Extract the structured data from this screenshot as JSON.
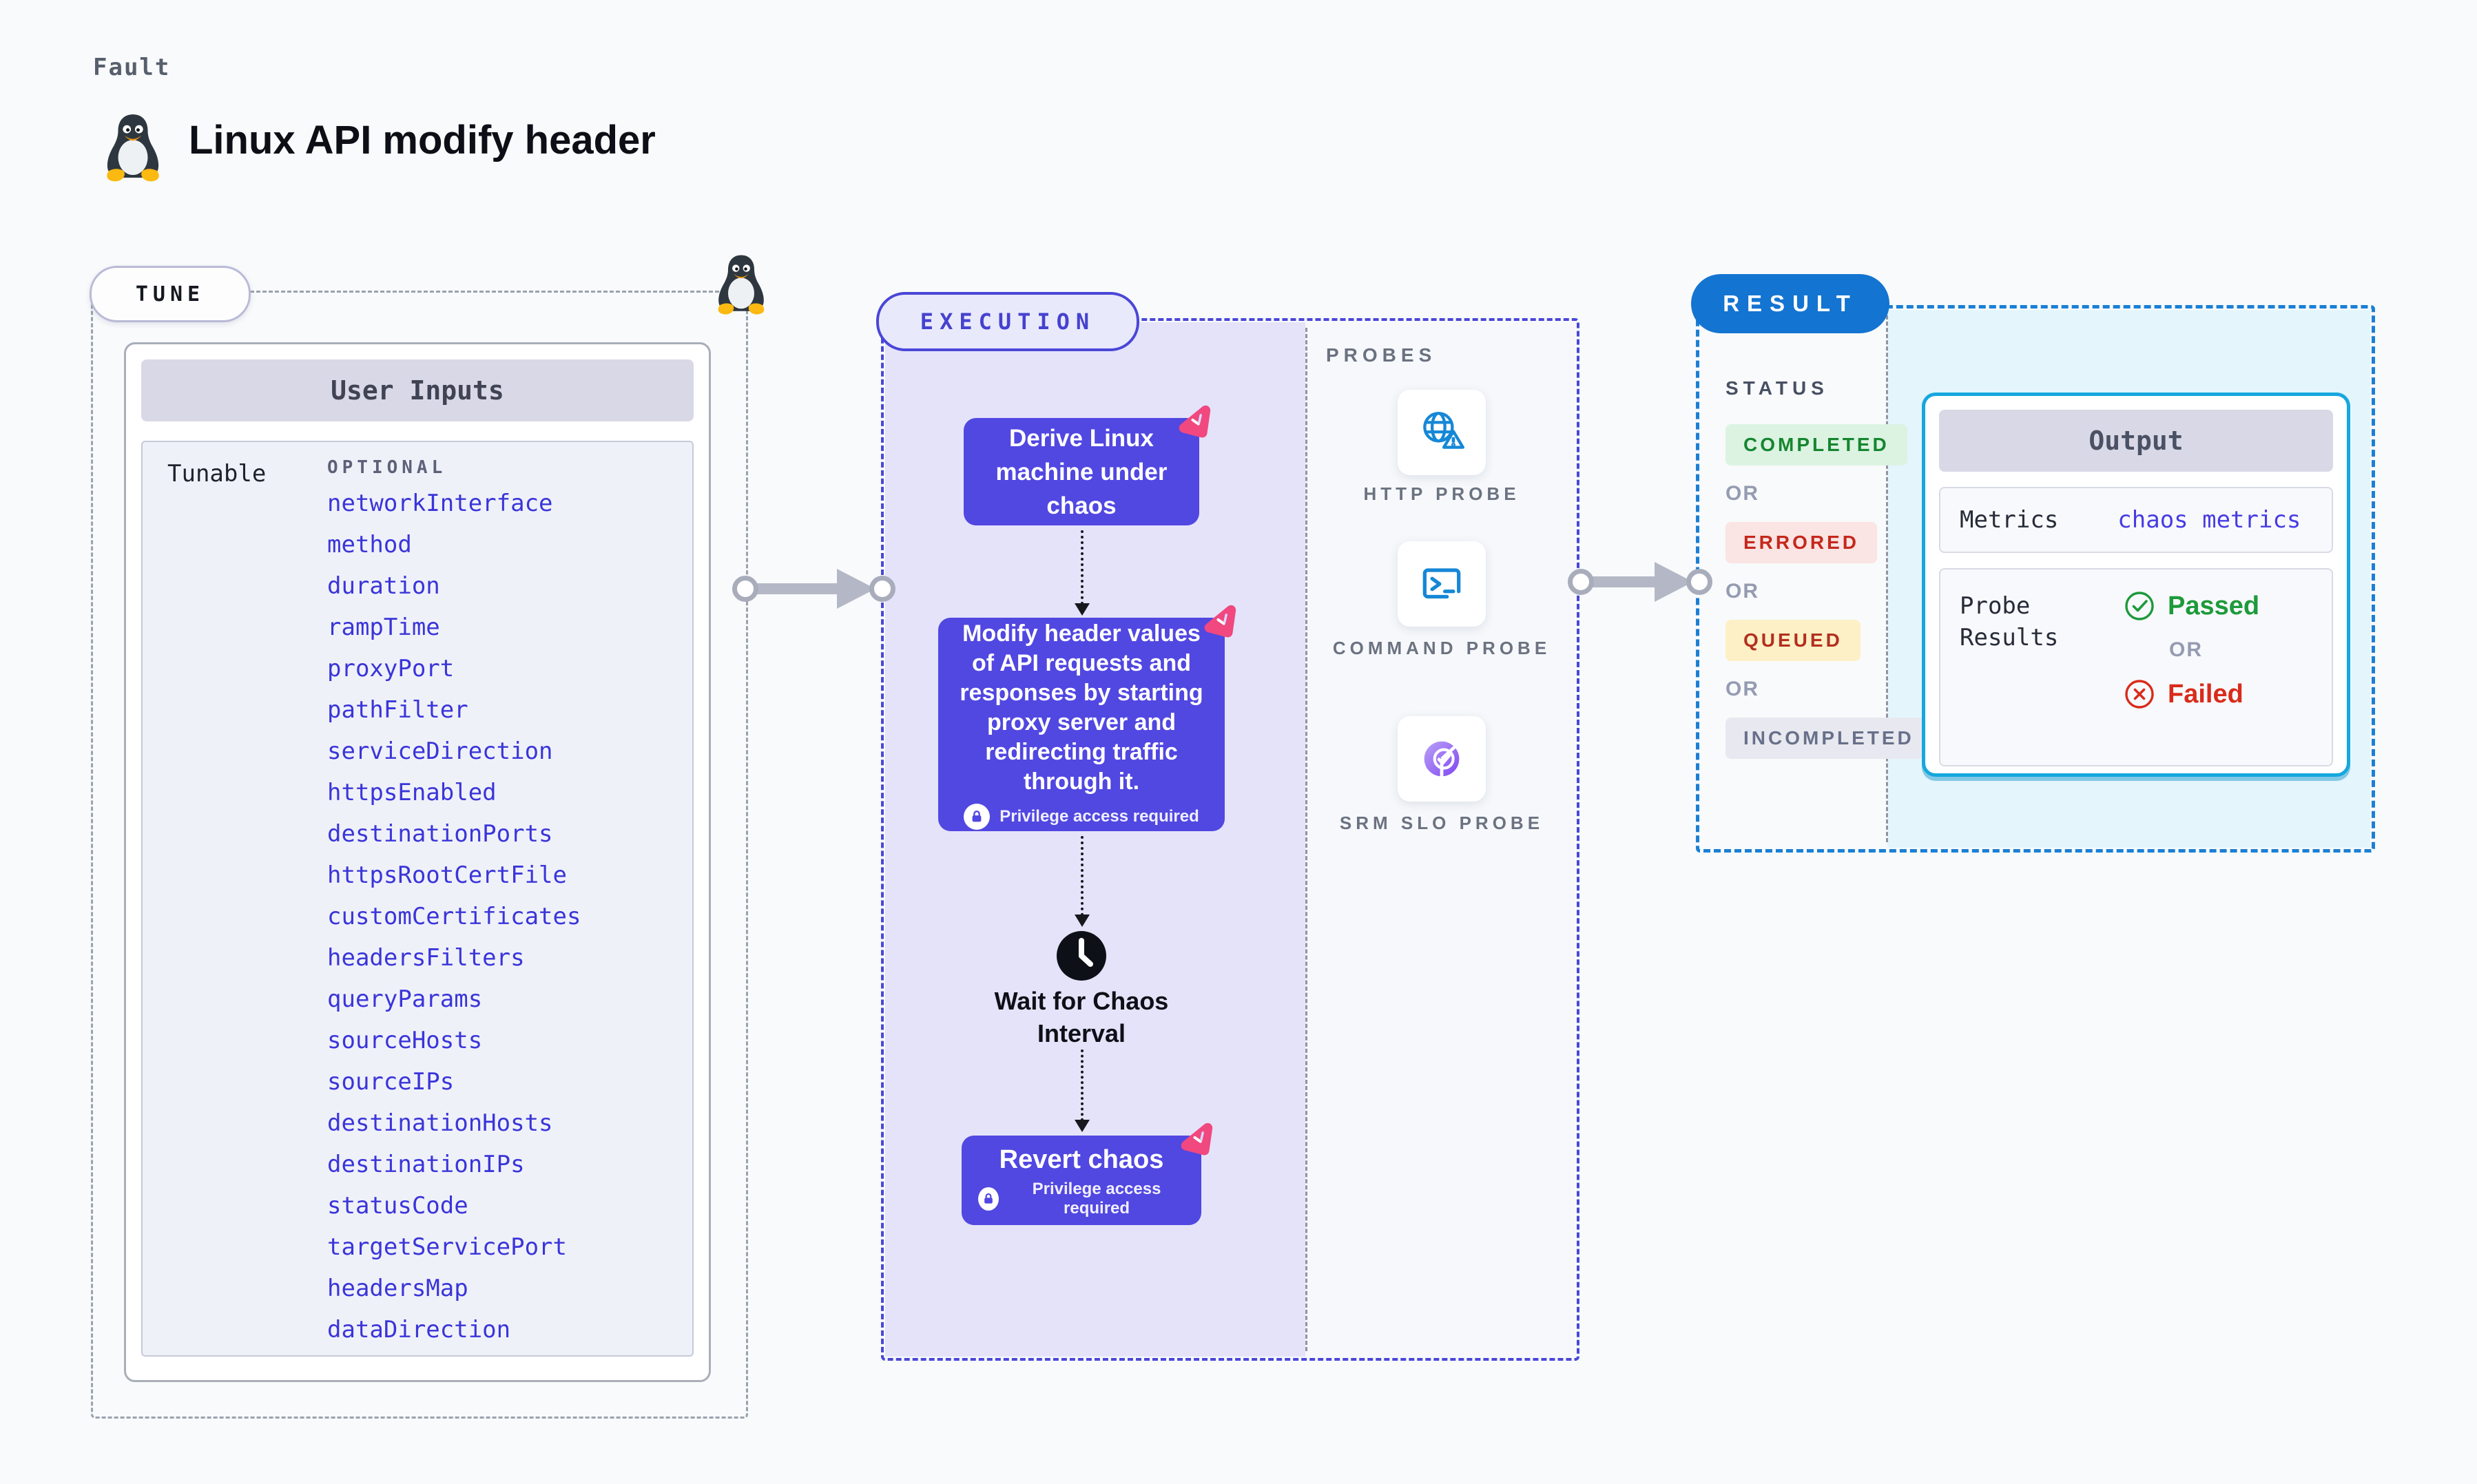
{
  "page": {
    "kicker": "Fault",
    "title": "Linux API modify header"
  },
  "tune": {
    "badge": "TUNE",
    "table_title": "User Inputs",
    "row_label": "Tunable",
    "column_label": "OPTIONAL",
    "tunables": [
      "networkInterface",
      "method",
      "duration",
      "rampTime",
      "proxyPort",
      "pathFilter",
      "serviceDirection",
      "httpsEnabled",
      "destinationPorts",
      "httpsRootCertFile",
      "customCertificates",
      "headersFilters",
      "queryParams",
      "sourceHosts",
      "sourceIPs",
      "destinationHosts",
      "destinationIPs",
      "statusCode",
      "targetServicePort",
      "headersMap",
      "dataDirection"
    ]
  },
  "execution": {
    "badge": "EXECUTION",
    "privilege_label": "Privilege access required",
    "steps": [
      {
        "label": "Derive Linux machine under chaos"
      },
      {
        "label": "Modify header values of API requests and responses by starting proxy server and redirecting traffic through it."
      },
      {
        "label": "Wait for Chaos Interval"
      },
      {
        "label": "Revert chaos"
      }
    ],
    "probes": {
      "title": "PROBES",
      "items": [
        {
          "label": "HTTP PROBE",
          "icon": "http-probe-icon"
        },
        {
          "label": "COMMAND PROBE",
          "icon": "command-probe-icon"
        },
        {
          "label": "SRM SLO PROBE",
          "icon": "srm-slo-probe-icon"
        }
      ]
    }
  },
  "result": {
    "badge": "RESULT",
    "status": {
      "title": "STATUS",
      "or_label": "OR",
      "items": [
        {
          "label": "COMPLETED",
          "fg": "#16862f",
          "bg": "#dcf3e2"
        },
        {
          "label": "ERRORED",
          "fg": "#c5281c",
          "bg": "#fae4e4"
        },
        {
          "label": "QUEUED",
          "fg": "#b3301f",
          "bg": "#fdf0c6"
        },
        {
          "label": "INCOMPLETED",
          "fg": "#68708a",
          "bg": "#e8e9f0"
        }
      ]
    },
    "output": {
      "title": "Output",
      "metrics_label": "Metrics",
      "metrics_value": "chaos metrics",
      "probe_results_label": "Probe Results",
      "passed_label": "Passed",
      "or_label": "OR",
      "failed_label": "Failed"
    }
  },
  "colors": {
    "accent_indigo": "#5147e1",
    "execution_border": "#4a46d8",
    "result_blue": "#1474d1",
    "output_border": "#16a7de",
    "chaos_pink": "#f0487f",
    "link_blue": "#3a35d9",
    "passed_green": "#1d9a3a",
    "failed_red": "#d92b1a"
  }
}
